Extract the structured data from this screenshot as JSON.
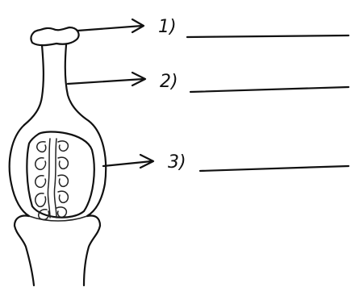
{
  "labels": [
    {
      "number": "1)"
    },
    {
      "number": "2)"
    },
    {
      "number": "3)"
    }
  ]
}
